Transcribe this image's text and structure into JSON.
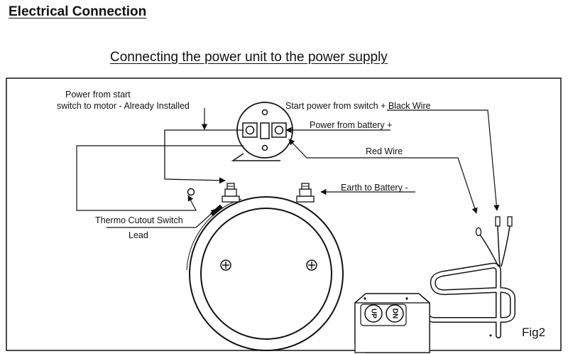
{
  "header": {
    "title": "Electrical Connection",
    "subtitle": "Connecting the power unit to the power supply"
  },
  "diagram": {
    "labels": {
      "power_from_start_line1": "Power from start",
      "power_from_start_line2": "switch to motor - Already Installed",
      "start_power_switch": "Start power from switch + Black Wire",
      "power_from_battery": "Power from battery +",
      "red_wire": "Red Wire",
      "earth_to_battery": "Earth to Battery -",
      "thermo_cutout_switch": "Thermo Cutout Switch",
      "lead": "Lead",
      "figure": "Fig2"
    },
    "pendant": {
      "up_label": "UP",
      "down_label": "DN"
    }
  }
}
